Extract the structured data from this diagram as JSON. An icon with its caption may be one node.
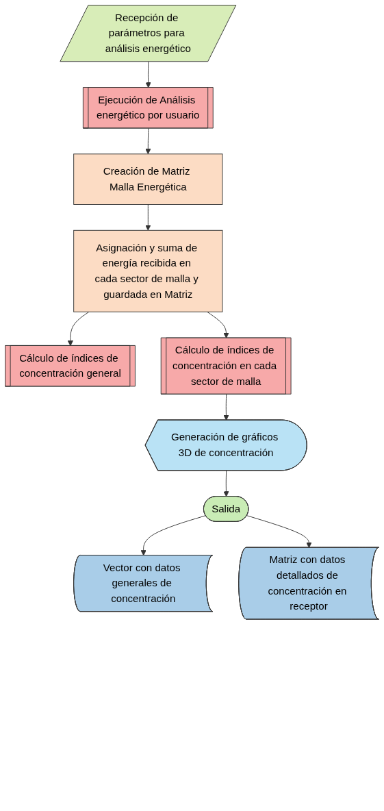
{
  "diagram": {
    "nodes": [
      {
        "text": [
          "Recepción de parámetros para análisis energético"
        ]
      },
      {
        "text": [
          "Ejecución de Análisis energético por usuario"
        ]
      },
      {
        "text": [
          "Creación de Matriz Malla Energética"
        ]
      },
      {
        "text": [
          "Asignación y suma de energía recibida en cada sector de malla y guardada en Matriz"
        ]
      },
      {
        "text": [
          "Cálculo de índices de concentración general"
        ]
      },
      {
        "text": [
          "Cálculo de índices de concentración en cada sector de malla"
        ]
      },
      {
        "text": [
          "Generación de gráficos 3D de concentración"
        ]
      },
      {
        "text": [
          "Salida"
        ]
      },
      {
        "text": [
          "Vector con datos generales de concentración"
        ]
      },
      {
        "text": [
          "Matriz con datos detallados de concentración en receptor"
        ]
      }
    ],
    "edges": [
      {
        "from": 0,
        "to": 1,
        "arrow": "to"
      },
      {
        "from": 1,
        "to": 2,
        "arrow": "to"
      },
      {
        "from": 2,
        "to": 3,
        "arrow": "to"
      },
      {
        "from": 3,
        "to": 4,
        "arrow": "to"
      },
      {
        "from": 3,
        "to": 5,
        "arrow": "to"
      },
      {
        "from": 5,
        "to": 6,
        "arrow": "to"
      },
      {
        "from": 6,
        "to": 7,
        "arrow": "to"
      },
      {
        "from": 7,
        "to": 8,
        "arrow": "to"
      },
      {
        "from": 7,
        "to": 9,
        "arrow": "to"
      }
    ]
  }
}
